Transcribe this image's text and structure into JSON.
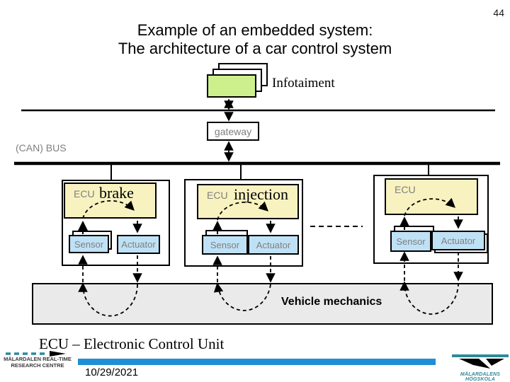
{
  "page_number": "44",
  "title": {
    "line1": "Example of an embedded system:",
    "line2": "The architecture of a car control system"
  },
  "diagram": {
    "infotainment_label": "Infotaiment",
    "gateway_label": "gateway",
    "bus_label": "(CAN) BUS",
    "clusters": [
      {
        "ecu_label": "ECU",
        "ecu_name": "brake",
        "sensor_label": "Sensor",
        "actuator_label": "Actuator"
      },
      {
        "ecu_label": "ECU",
        "ecu_name": "injection",
        "sensor_label": "Sensor",
        "actuator_label": "Actuator"
      },
      {
        "ecu_label": "ECU",
        "ecu_name": "",
        "sensor_label": "Sensor",
        "actuator_label": "Actuator"
      }
    ],
    "vehicle_mechanics_label": "Vehicle mechanics"
  },
  "caption": "ECU – Electronic Control Unit",
  "footer": {
    "logo_left": {
      "line1": "MÄLARDALEN REAL-TIME",
      "line2": "RESEARCH CENTRE"
    },
    "date": "10/29/2021",
    "logo_right": "MÄLARDALENS HÖGSKOLA"
  },
  "colors": {
    "green_box": "#cdf08c",
    "yellow_box": "#f8f2c0",
    "blue_box": "#bfe1f5",
    "gray_box": "#eaeaea",
    "bar_blue": "#1e8fd4",
    "logo_teal": "#2e8a99",
    "label_gray": "#7f7f7f"
  }
}
